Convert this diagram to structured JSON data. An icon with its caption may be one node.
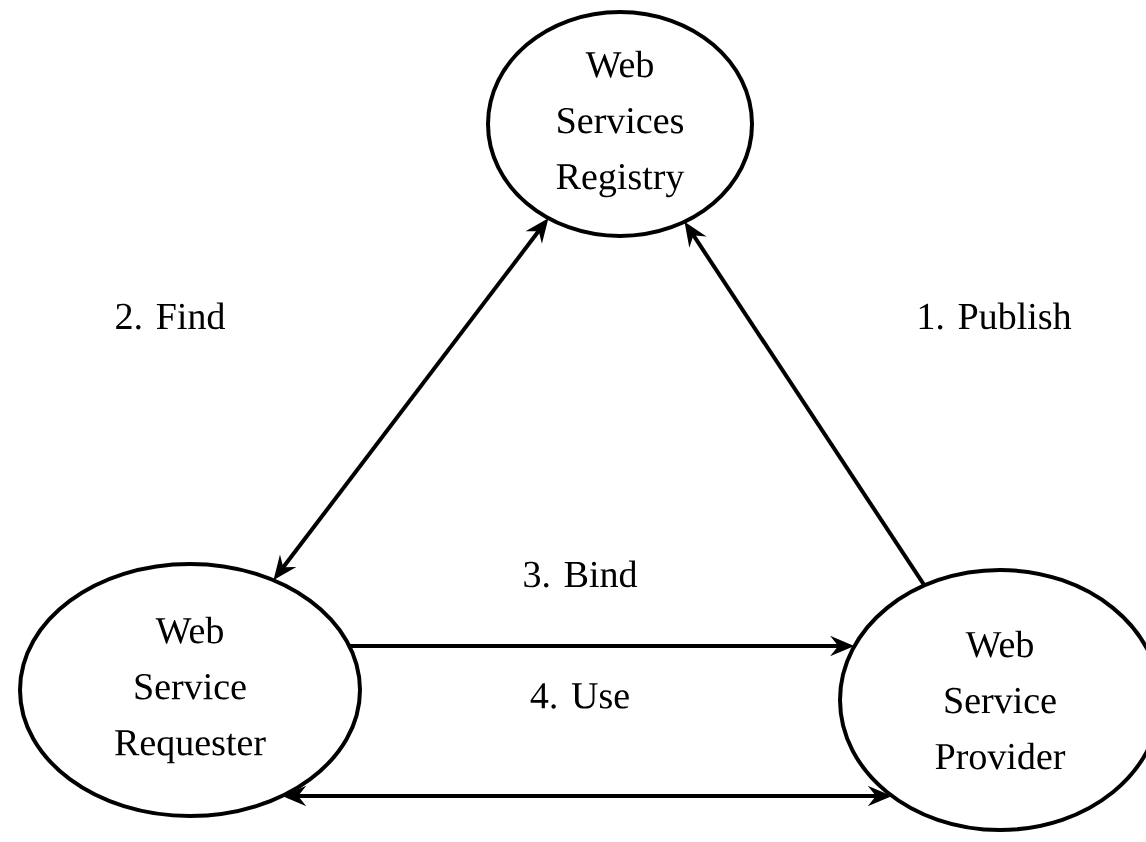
{
  "diagram": {
    "nodes": [
      {
        "text": [
          "Web Services Registry"
        ]
      },
      {
        "text": [
          "Web Service Requester"
        ]
      },
      {
        "text": [
          "Web Service Provider"
        ]
      }
    ],
    "edges": [
      {
        "from": 1,
        "to": 0,
        "arrow": "both",
        "label": "2. Find"
      },
      {
        "from": 2,
        "to": 0,
        "arrow": "to",
        "label": "1. Publish"
      },
      {
        "from": 1,
        "to": 2,
        "arrow": "to",
        "label": "3. Bind"
      },
      {
        "from": 1,
        "to": 2,
        "arrow": "both",
        "label": "4. Use"
      }
    ]
  }
}
